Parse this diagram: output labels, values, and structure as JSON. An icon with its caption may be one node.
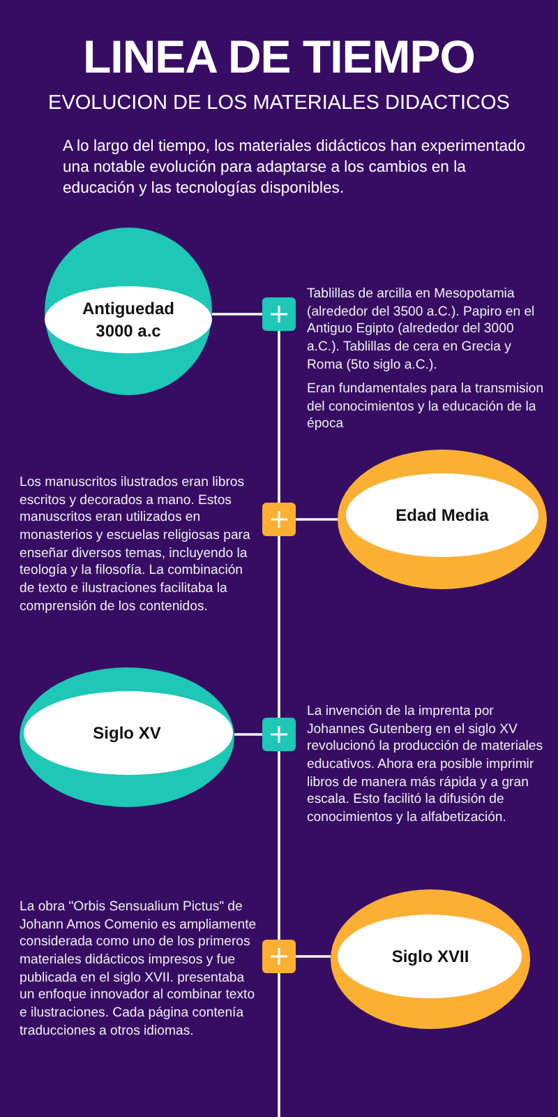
{
  "diagram": {
    "title": "LINEA DE TIEMPO",
    "caption": "EVOLUCION DE LOS MATERIALES DIDACTICOS",
    "nodes": [
      {
        "text": [
          "Antiguedad 3000 a.c"
        ]
      },
      {
        "text": [],
        "shape": "box",
        "beside": [
          "Tablillas de arcilla en Mesopotamia (alrededor del 3500 a.C.). Papiro en el Antiguo Egipto (alrededor del 3000 a.C.). Tablillas de cera en Grecia y Roma (5to siglo a.C.).",
          "Eran fundamentales para la transmision del conocimientos y la educación de la época"
        ]
      },
      {
        "text": [],
        "shape": "box",
        "beside": [
          "Los manuscritos ilustrados eran libros escritos y decorados a mano. Estos manuscritos eran utilizados en monasterios y escuelas religiosas para enseñar diversos temas, incluyendo la teología y la filosofía. La combinación de texto e ilustraciones facilitaba la comprensión de los contenidos."
        ]
      },
      {
        "text": [
          "Edad Media"
        ]
      },
      {
        "text": [
          "Siglo XV"
        ]
      },
      {
        "text": [],
        "shape": "box",
        "beside": [
          "La invención de la imprenta por Johannes Gutenberg en el siglo XV revolucionó la producción de materiales educativos. Ahora era posible imprimir libros de manera más rápida y a gran escala. Esto facilitó la difusión de conocimientos y la alfabetización."
        ]
      },
      {
        "text": [],
        "shape": "box",
        "beside": [
          "La obra \"Orbis Sensualium Pictus\" de Johann Amos Comenio es ampliamente considerada como uno de los primeros materiales didácticos impresos y fue publicada en el siglo XVII. presentaba un enfoque innovador al combinar texto e ilustraciones. Cada página contenía traducciones a otros idiomas."
        ]
      },
      {
        "text": [
          "Siglo XVII"
        ]
      }
    ],
    "edges": [
      {
        "from": 0,
        "to": 1,
        "arrow": "none"
      },
      {
        "from": 1,
        "to": 2,
        "arrow": "none"
      },
      {
        "from": 3,
        "to": 2,
        "arrow": "none"
      },
      {
        "from": 2,
        "to": 5,
        "arrow": "none"
      },
      {
        "from": 4,
        "to": 5,
        "arrow": "none"
      },
      {
        "from": 5,
        "to": 6,
        "arrow": "none"
      },
      {
        "from": 7,
        "to": 6,
        "arrow": "none"
      }
    ],
    "labels": [
      "A lo largo del tiempo, los materiales didácticos han experimentado una notable evolución para adaptarse a los cambios en la educación y las tecnologías disponibles."
    ]
  }
}
